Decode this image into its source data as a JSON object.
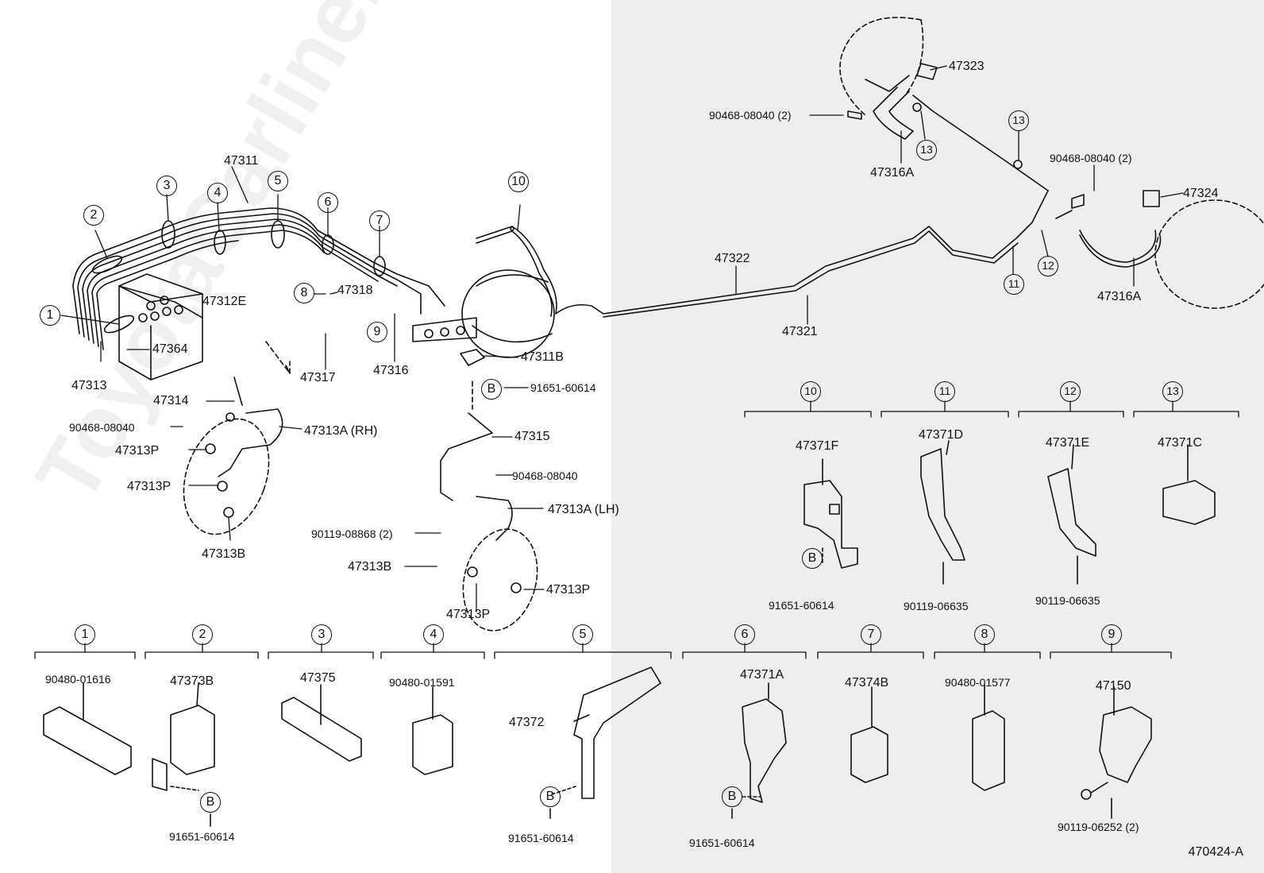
{
  "watermark": "ToyotaCarline.ru",
  "figure_ref": "470424-A",
  "circled_b": "B",
  "callouts": {
    "c1": "1",
    "c2": "2",
    "c3": "3",
    "c4": "4",
    "c5": "5",
    "c6": "6",
    "c7": "7",
    "c8": "8",
    "c9": "9",
    "c10": "10",
    "c11": "11",
    "c12": "12",
    "c13": "13"
  },
  "main_labels": {
    "p47311": "47311",
    "p47313": "47313",
    "p47364": "47364",
    "p47312E": "47312E",
    "p47318": "47318",
    "p47317": "47317",
    "p47316": "47316",
    "p47311B": "47311B",
    "p91651_main": "91651-60614",
    "p47314": "47314",
    "p90468_left": "90468-08040",
    "p47313A_rh": "47313A (RH)",
    "p47313P_1": "47313P",
    "p47313P_2": "47313P",
    "p47313B_left": "47313B",
    "p47315": "47315",
    "p90468_mid": "90468-08040",
    "p47313A_lh": "47313A (LH)",
    "p90119_08868": "90119-08868 (2)",
    "p47313B_mid": "47313B",
    "p47313P_3": "47313P",
    "p47313P_4": "47313P",
    "p47323": "47323",
    "p90468_top": "90468-08040 (2)",
    "p47316A_top": "47316A",
    "p90468_right": "90468-08040 (2)",
    "p47324": "47324",
    "p47322": "47322",
    "p47321": "47321",
    "p47316A_right": "47316A"
  },
  "detail_groups": [
    {
      "num": "10",
      "part": "47371F",
      "bolt": "91651-60614"
    },
    {
      "num": "11",
      "part": "47371D",
      "bolt": "90119-06635"
    },
    {
      "num": "12",
      "part": "47371E",
      "bolt": "90119-06635"
    },
    {
      "num": "13",
      "part": "47371C",
      "bolt": ""
    }
  ],
  "bottom_groups": [
    {
      "num": "1",
      "part": "90480-01616",
      "bolt": ""
    },
    {
      "num": "2",
      "part": "47373B",
      "bolt": "91651-60614"
    },
    {
      "num": "3",
      "part": "47375",
      "bolt": ""
    },
    {
      "num": "4",
      "part": "90480-01591",
      "bolt": ""
    },
    {
      "num": "5",
      "part": "47372",
      "bolt": "91651-60614"
    },
    {
      "num": "6",
      "part": "47371A",
      "bolt": "91651-60614"
    },
    {
      "num": "7",
      "part": "47374B",
      "bolt": ""
    },
    {
      "num": "8",
      "part": "90480-01577",
      "bolt": ""
    },
    {
      "num": "9",
      "part": "47150",
      "bolt": "90119-06252 (2)"
    }
  ]
}
